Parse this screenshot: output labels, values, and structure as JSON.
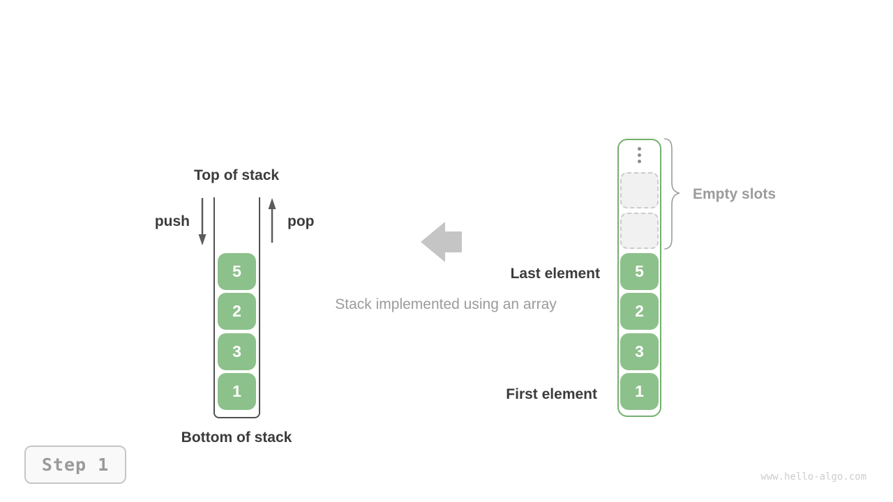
{
  "colors": {
    "element_green": "#8dc18b",
    "array_border_green": "#74b06e",
    "wall_gray": "#4f4f4f",
    "dark_label": "#3b3b3b",
    "muted_label": "#9b9b9b",
    "arrow_gray": "#5c5c5c",
    "block_arrow_gray": "#c5c5c5",
    "empty_slot_bg": "#f1f1f1",
    "empty_slot_border": "#cccccc",
    "badge_text": "#9a9a9a",
    "badge_border": "#c6c6c6",
    "badge_bg": "#f9f9f9",
    "watermark_gray": "#cdcdcd"
  },
  "stack": {
    "top_label": "Top of stack",
    "bottom_label": "Bottom of stack",
    "push_label": "push",
    "pop_label": "pop",
    "elements": [
      "5",
      "2",
      "3",
      "1"
    ]
  },
  "caption": "Stack implemented using an array",
  "array": {
    "elements": [
      "5",
      "2",
      "3",
      "1"
    ],
    "empty_slot_count": 2,
    "last_element_label": "Last element",
    "first_element_label": "First element",
    "empty_slots_label": "Empty slots"
  },
  "footer": {
    "step_label": "Step 1",
    "watermark": "www.hello-algo.com"
  }
}
